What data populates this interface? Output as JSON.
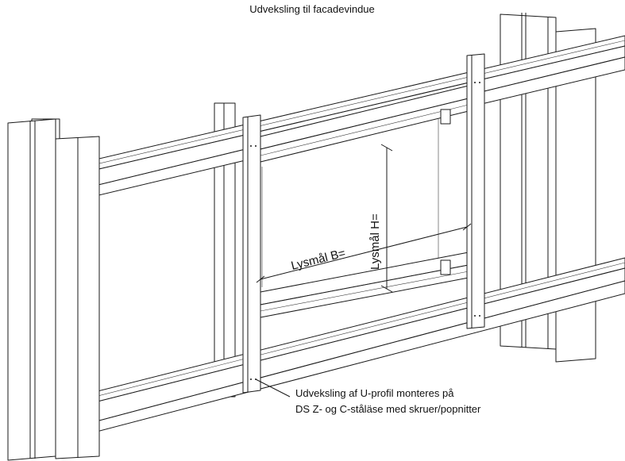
{
  "title": "Udveksling til facadevindue",
  "dimension_width_label": "Lysmål  B=",
  "dimension_height_label": "Lysmål  H=",
  "note_line_1": "Udveksling af U-profil monteres på",
  "note_line_2": "DS Z- og C-ståläse med skruer/popnitter",
  "colors": {
    "line": "#1a1a1a",
    "background": "#ffffff"
  }
}
